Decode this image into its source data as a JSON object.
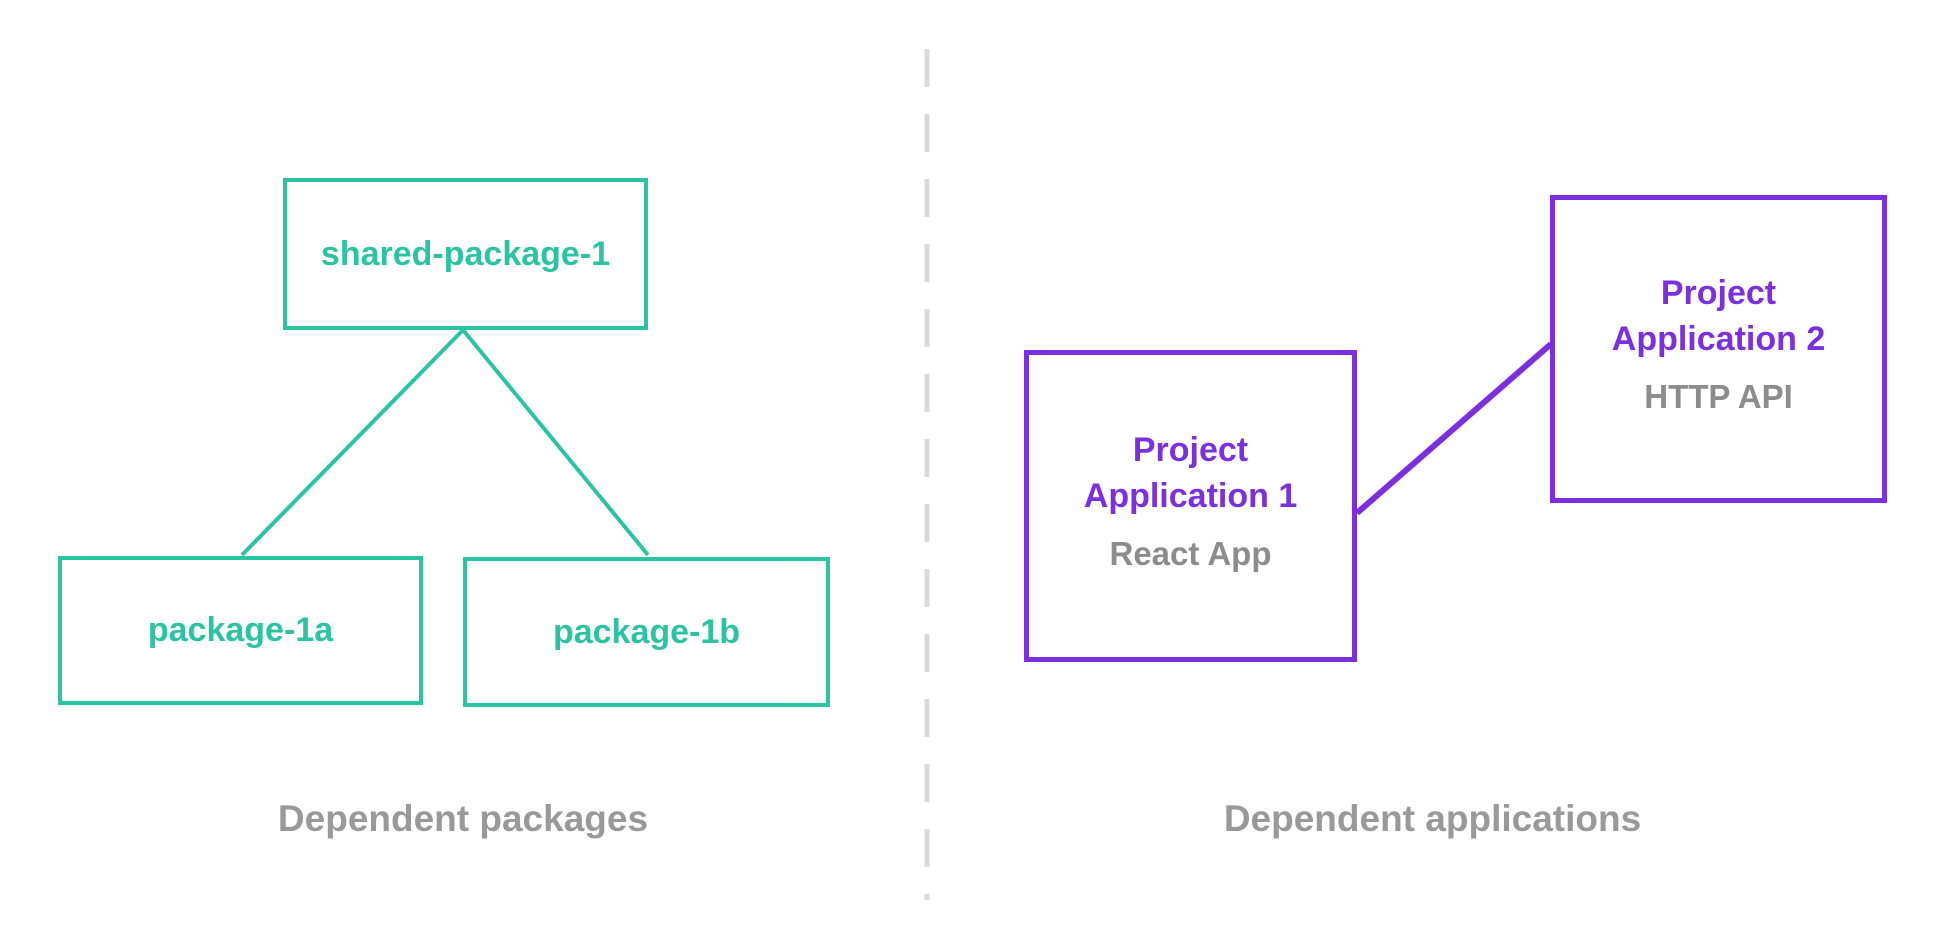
{
  "colors": {
    "teal": "#2bc4a3",
    "purple": "#7c2fe0",
    "caption_gray": "#999999",
    "subtitle_gray": "#8c8c8c",
    "divider_gray": "#d9d9d9"
  },
  "left_section": {
    "root_package": {
      "label": "shared-package-1"
    },
    "packages": [
      {
        "label": "package-1a"
      },
      {
        "label": "package-1b"
      }
    ],
    "caption": "Dependent packages"
  },
  "right_section": {
    "applications": [
      {
        "title_lines": [
          "Project",
          "Application 1"
        ],
        "subtitle": "React App"
      },
      {
        "title_lines": [
          "Project",
          "Application 2"
        ],
        "subtitle": "HTTP API"
      }
    ],
    "caption": "Dependent applications"
  }
}
